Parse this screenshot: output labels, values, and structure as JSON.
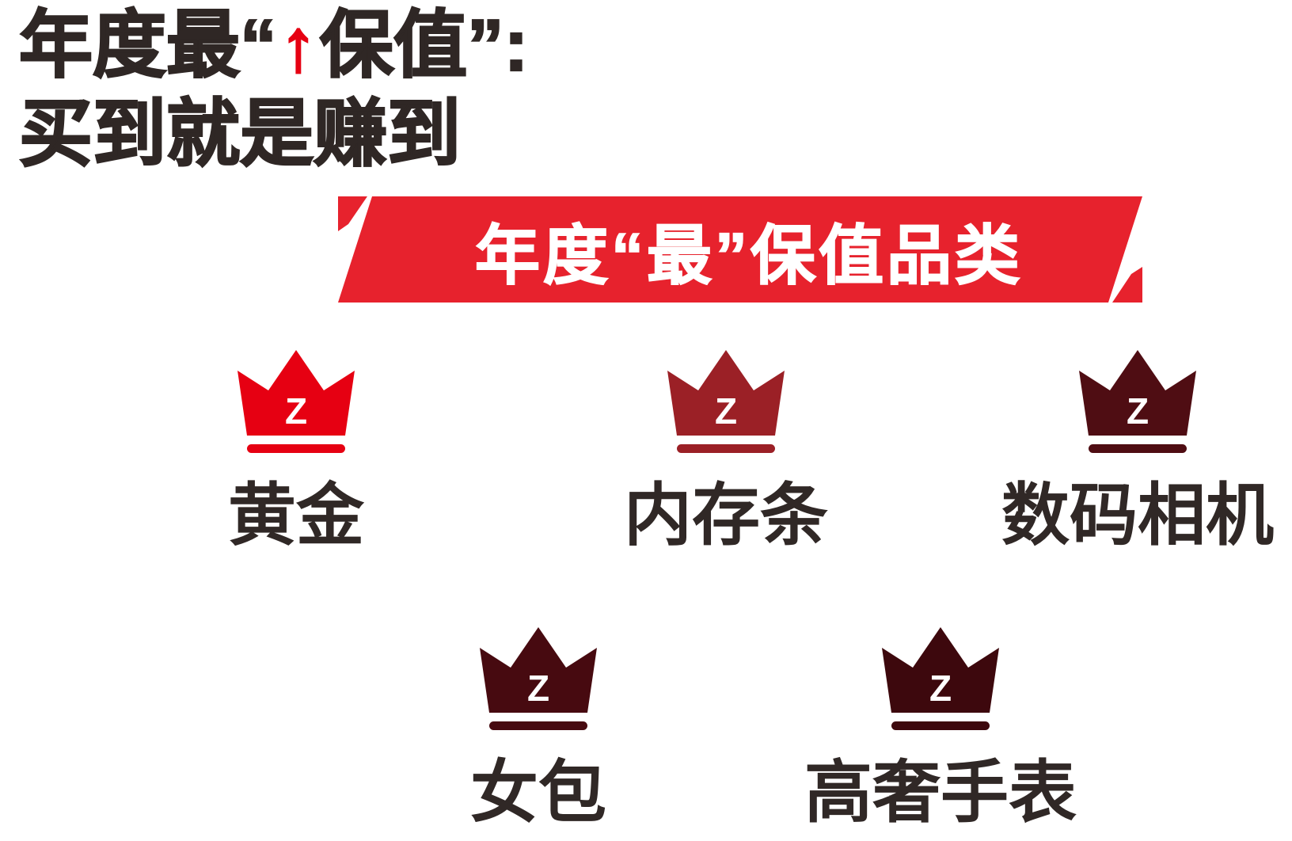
{
  "page": {
    "background_color": "#ffffff"
  },
  "title": {
    "line1_prefix": "年度最“",
    "arrow_icon": "↑",
    "line1_suffix": "保值”:",
    "line2": "买到就是赚到",
    "text_color": "#2f2725",
    "arrow_color": "#e60012"
  },
  "banner": {
    "label": "年度“最”保值品类",
    "bg_color": "#e7222d",
    "text_color": "#ffffff"
  },
  "crown_letter": "Z",
  "categories": [
    {
      "rank": 1,
      "label": "黄金",
      "crown_color": "#e60012"
    },
    {
      "rank": 2,
      "label": "内存条",
      "crown_color": "#9b2026"
    },
    {
      "rank": 3,
      "label": "数码相机",
      "crown_color": "#4f0d13"
    },
    {
      "rank": 4,
      "label": "女包",
      "crown_color": "#470a10"
    },
    {
      "rank": 5,
      "label": "高奢手表",
      "crown_color": "#3d080d"
    }
  ]
}
